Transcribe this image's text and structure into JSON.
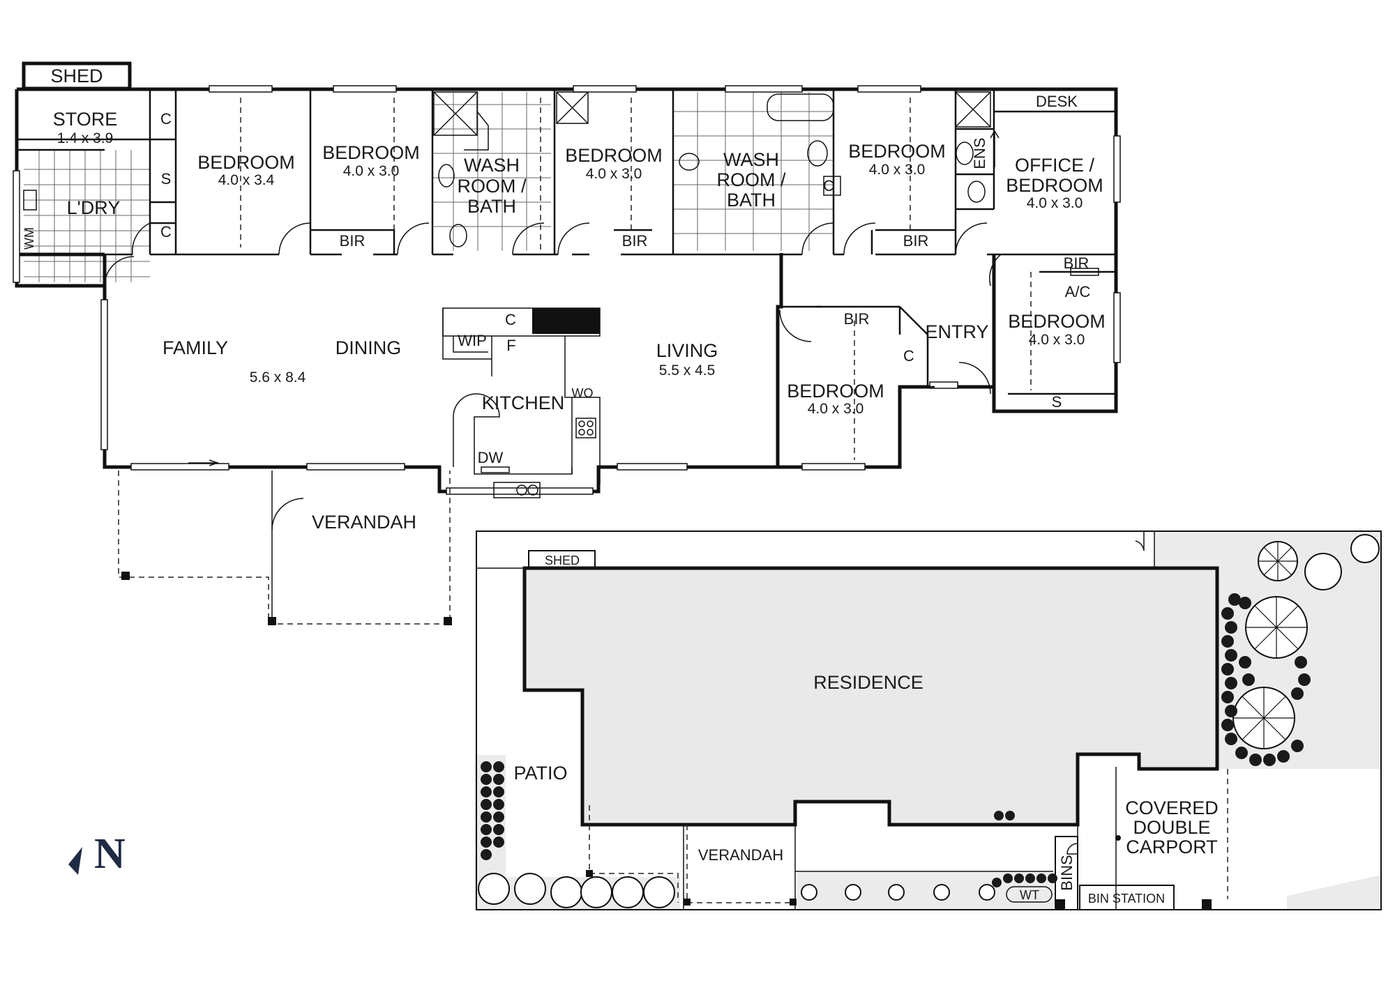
{
  "plan": {
    "floor": {
      "shed": "SHED",
      "store": "STORE",
      "store_dim": "1.4 x 3.9",
      "laundry": "L'DRY",
      "wm": "WM",
      "cupboard_c": "C",
      "cupboard_s": "S",
      "bedroom": "BEDROOM",
      "bed1_dim": "4.0 x 3.4",
      "bed_dim": "4.0 x 3.0",
      "bir": "BIR",
      "wash_line1": "WASH",
      "wash_line2": "ROOM /",
      "wash_line3": "BATH",
      "ens": "ENS",
      "desk": "DESK",
      "office_line1": "OFFICE /",
      "office_line2": "BEDROOM",
      "ac": "A/C",
      "family": "FAMILY",
      "dining": "DINING",
      "family_dim": "5.6 x 8.4",
      "kitchen": "KITCHEN",
      "wip": "WIP",
      "fridge": "F",
      "wo": "WO",
      "dw": "DW",
      "living": "LIVING",
      "living_dim": "5.5 x 4.5",
      "entry": "ENTRY",
      "verandah": "VERANDAH"
    },
    "site": {
      "shed": "SHED",
      "residence": "RESIDENCE",
      "patio": "PATIO",
      "verandah": "VERANDAH",
      "carport_line1": "COVERED",
      "carport_line2": "DOUBLE",
      "carport_line3": "CARPORT",
      "bins": "BINS",
      "bin_station": "BIN STATION",
      "wt": "WT"
    },
    "compass": "N"
  }
}
